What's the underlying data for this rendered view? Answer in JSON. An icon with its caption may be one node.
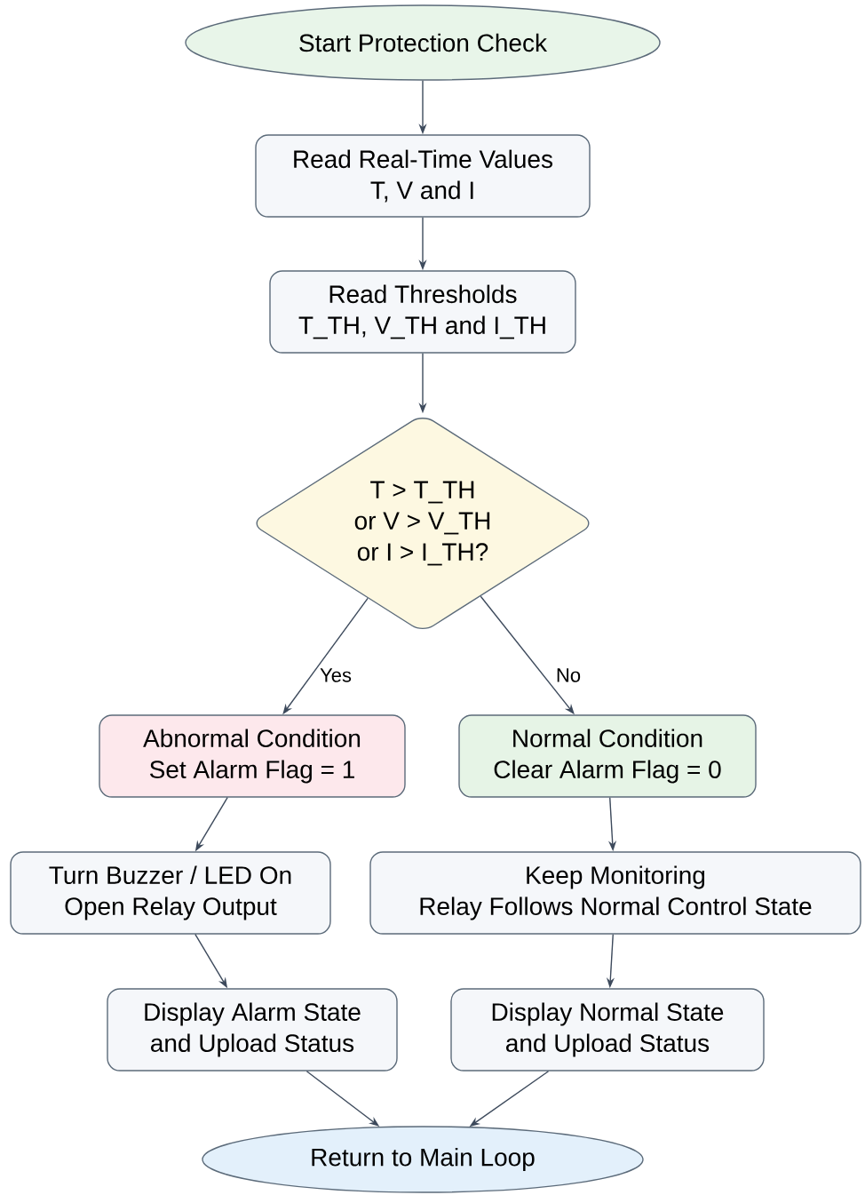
{
  "diagram": {
    "nodes": [
      {
        "text": [
          "Start Protection Check"
        ]
      },
      {
        "text": [
          "Read Real-Time Values",
          "T, V and I"
        ]
      },
      {
        "text": [
          "Read Thresholds",
          "T_TH, V_TH and I_TH"
        ]
      },
      {
        "text": [
          "T > T_TH",
          "or V > V_TH",
          "or I > I_TH?"
        ]
      },
      {
        "text": [
          "Abnormal Condition",
          "Set Alarm Flag = 1"
        ]
      },
      {
        "text": [
          "Normal Condition",
          "Clear Alarm Flag = 0"
        ]
      },
      {
        "text": [
          "Turn Buzzer / LED On",
          "Open Relay Output"
        ]
      },
      {
        "text": [
          "Keep Monitoring",
          "Relay Follows Normal Control State"
        ]
      },
      {
        "text": [
          "Display Alarm State",
          "and Upload Status"
        ]
      },
      {
        "text": [
          "Display Normal State",
          "and Upload Status"
        ]
      },
      {
        "text": [
          "Return to Main Loop"
        ]
      }
    ],
    "edges": [
      {
        "from": 0,
        "to": 1,
        "arrow": "to"
      },
      {
        "from": 1,
        "to": 2,
        "arrow": "to"
      },
      {
        "from": 2,
        "to": 3,
        "arrow": "to"
      },
      {
        "from": 3,
        "to": 4,
        "arrow": "to",
        "label": "Yes"
      },
      {
        "from": 3,
        "to": 5,
        "arrow": "to",
        "label": "No"
      },
      {
        "from": 4,
        "to": 6,
        "arrow": "to"
      },
      {
        "from": 5,
        "to": 7,
        "arrow": "to"
      },
      {
        "from": 6,
        "to": 8,
        "arrow": "to"
      },
      {
        "from": 7,
        "to": 9,
        "arrow": "to"
      },
      {
        "from": 8,
        "to": 10,
        "arrow": "to"
      },
      {
        "from": 9,
        "to": 10,
        "arrow": "to"
      }
    ]
  }
}
